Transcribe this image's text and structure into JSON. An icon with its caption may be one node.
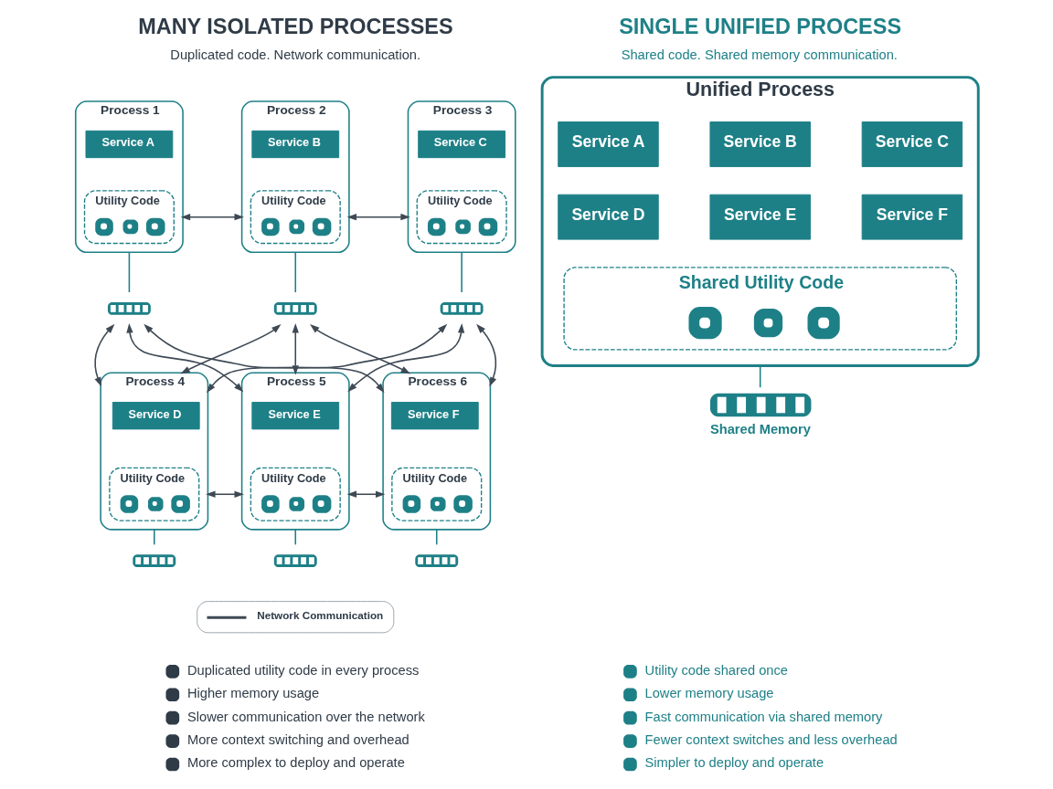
{
  "diagram": {
    "nodes": [
      {
        "text": [
          "Process 1"
        ]
      },
      {
        "text": [
          "Service A"
        ],
        "in": 0
      },
      {
        "text": [
          "Utility Code"
        ],
        "in": 0
      },
      {
        "text": [
          "Process 2"
        ]
      },
      {
        "text": [
          "Service B"
        ],
        "in": 3
      },
      {
        "text": [
          "Utility Code"
        ],
        "in": 3
      },
      {
        "text": [
          "Process 3"
        ]
      },
      {
        "text": [
          "Service C"
        ],
        "in": 6
      },
      {
        "text": [
          "Utility Code"
        ],
        "in": 6
      },
      {
        "text": [],
        "shape": "box"
      },
      {
        "text": [],
        "shape": "box"
      },
      {
        "text": [],
        "shape": "box"
      },
      {
        "text": [
          "Process 4"
        ]
      },
      {
        "text": [
          "Service D"
        ],
        "in": 12
      },
      {
        "text": [
          "Utility Code"
        ],
        "in": 12
      },
      {
        "text": [
          "Process 5"
        ]
      },
      {
        "text": [
          "Service E"
        ],
        "in": 15
      },
      {
        "text": [
          "Utility Code"
        ],
        "in": 15
      },
      {
        "text": [
          "Process 6"
        ]
      },
      {
        "text": [
          "Service F"
        ],
        "in": 18
      },
      {
        "text": [
          "Utility Code"
        ],
        "in": 18
      },
      {
        "text": [],
        "shape": "box"
      },
      {
        "text": [],
        "shape": "box"
      },
      {
        "text": [],
        "shape": "box"
      },
      {
        "text": [
          "Unified Process"
        ]
      },
      {
        "text": [
          "Service A"
        ],
        "in": 24
      },
      {
        "text": [
          "Service B"
        ],
        "in": 24
      },
      {
        "text": [
          "Service C"
        ],
        "in": 24
      },
      {
        "text": [
          "Service D"
        ],
        "in": 24
      },
      {
        "text": [
          "Service E"
        ],
        "in": 24
      },
      {
        "text": [
          "Service F"
        ],
        "in": 24
      },
      {
        "text": [
          "Shared Utility Code"
        ],
        "in": 24
      },
      {
        "text": [
          "Shared Memory"
        ]
      }
    ],
    "edges": [
      {
        "from": 0,
        "to": 3,
        "arrow": "both"
      },
      {
        "from": 3,
        "to": 6,
        "arrow": "both"
      },
      {
        "from": 0,
        "to": 9,
        "arrow": "none",
        "color": "#1e8087"
      },
      {
        "from": 3,
        "to": 10,
        "arrow": "none",
        "color": "#1e8087"
      },
      {
        "from": 6,
        "to": 11,
        "arrow": "none",
        "color": "#1e8087"
      },
      {
        "from": 9,
        "to": 12,
        "arrow": "both"
      },
      {
        "from": 9,
        "to": 15,
        "arrow": "both"
      },
      {
        "from": 9,
        "to": 18,
        "arrow": "both"
      },
      {
        "from": 10,
        "to": 12,
        "arrow": "both"
      },
      {
        "from": 10,
        "to": 15,
        "arrow": "both"
      },
      {
        "from": 10,
        "to": 18,
        "arrow": "both"
      },
      {
        "from": 11,
        "to": 12,
        "arrow": "both"
      },
      {
        "from": 11,
        "to": 15,
        "arrow": "both"
      },
      {
        "from": 11,
        "to": 18,
        "arrow": "both"
      },
      {
        "from": 12,
        "to": 15,
        "arrow": "both"
      },
      {
        "from": 15,
        "to": 18,
        "arrow": "both"
      },
      {
        "from": 12,
        "to": 21,
        "arrow": "none",
        "color": "#1e8087"
      },
      {
        "from": 15,
        "to": 22,
        "arrow": "none",
        "color": "#1e8087"
      },
      {
        "from": 18,
        "to": 23,
        "arrow": "none",
        "color": "#1e8087"
      },
      {
        "from": 24,
        "to": 32,
        "arrow": "none",
        "color": "#1e8087"
      }
    ],
    "labels": [
      "MANY ISOLATED PROCESSES",
      "Duplicated code. Network communication.",
      "Duplicated utility code in every process",
      "Higher memory usage",
      "Slower communication over the network",
      "More context switching and overhead",
      "More complex to deploy and operate",
      "SINGLE UNIFIED PROCESS",
      "Shared code. Shared memory communication.",
      "Utility code shared once",
      "Lower memory usage",
      "Fast communication via shared memory",
      "Fewer context switches and less overhead",
      "Simpler to deploy and operate"
    ],
    "legend": [
      {
        "text": "Network Communication"
      }
    ]
  }
}
